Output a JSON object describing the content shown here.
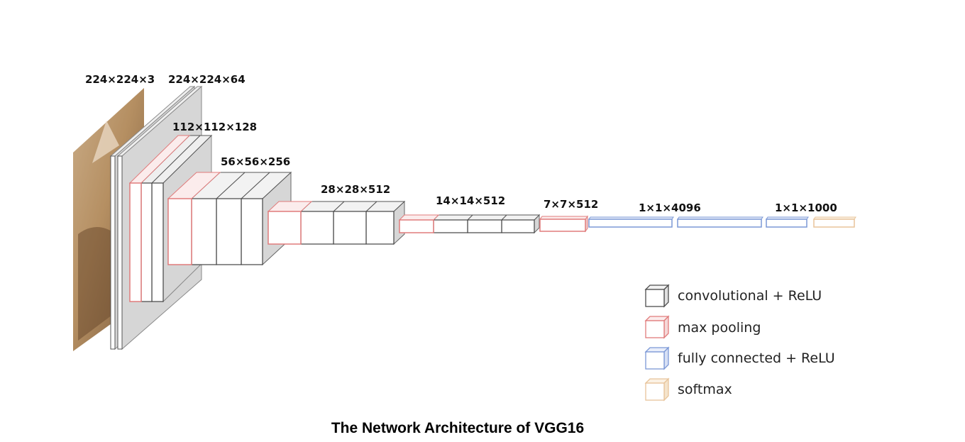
{
  "colors": {
    "conv": "#4d4d4d",
    "pool": "#e07b7b",
    "fc": "#7b98d6",
    "softmax": "#e8c49a",
    "gray_slab": "#d6d6d6"
  },
  "dimension_labels": [
    "224×224×3",
    "224×224×64",
    "112×112×128",
    "56×56×256",
    "28×28×512",
    "14×14×512",
    "7×7×512",
    "1×1×4096",
    "1×1×1000"
  ],
  "legend": [
    {
      "label": "convolutional + ReLU",
      "type": "conv"
    },
    {
      "label": "max pooling",
      "type": "pool"
    },
    {
      "label": "fully connected + ReLU",
      "type": "fc"
    },
    {
      "label": "softmax",
      "type": "softmax"
    }
  ],
  "input_image_icon": "cat-photo-icon",
  "caption": "The Network Architecture of VGG16"
}
